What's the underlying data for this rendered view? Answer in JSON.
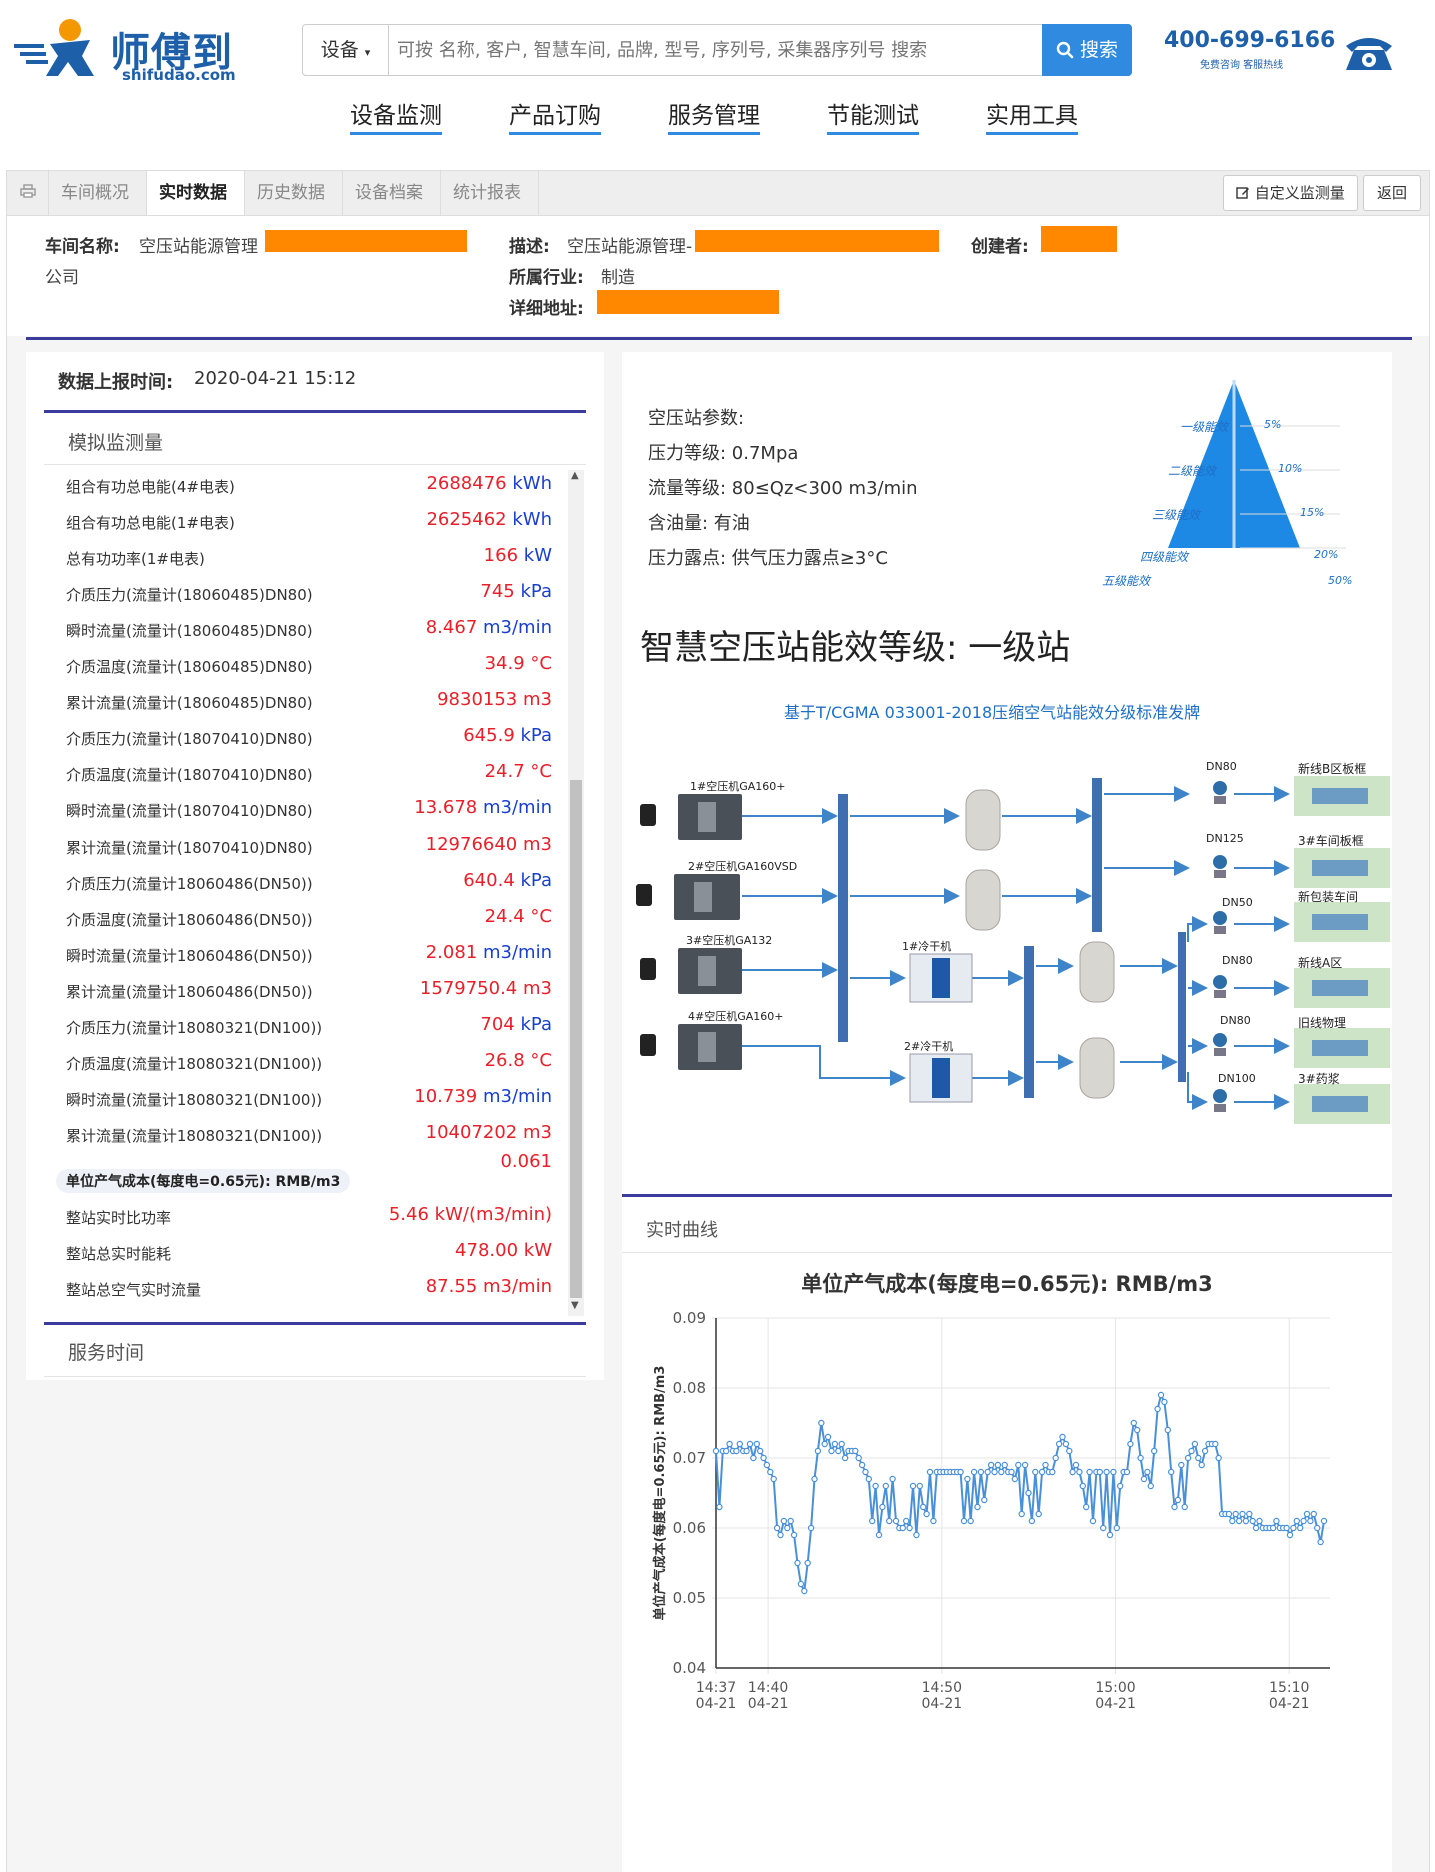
{
  "header": {
    "logo_cn": "师傅到",
    "logo_en": "shifudao.com",
    "search_category": "设备",
    "search_placeholder": "可按 名称, 客户, 智慧车间, 品牌, 型号, 序列号, 采集器序列号 搜索",
    "search_button": "搜索",
    "hotline_number": "400-699-6166",
    "hotline_sub": "免费咨询  客服热线"
  },
  "nav": [
    "设备监测",
    "产品订购",
    "服务管理",
    "节能测试",
    "实用工具"
  ],
  "tabs": [
    "车间概况",
    "实时数据",
    "历史数据",
    "设备档案",
    "统计报表"
  ],
  "active_tab": "实时数据",
  "toolbar": {
    "custom_label": "自定义监测量",
    "back_label": "返回"
  },
  "workshop": {
    "name_label": "车间名称:",
    "name_value": "空压站能源管理",
    "name_suffix": "公司",
    "desc_label": "描述:",
    "desc_value": "空压站能源管理-",
    "creator_label": "创建者:",
    "industry_label": "所属行业:",
    "industry_value": "制造",
    "address_label": "详细地址:"
  },
  "report": {
    "label": "数据上报时间:",
    "time": "2020-04-21 15:12"
  },
  "analog": {
    "title": "模拟监测量",
    "rows": [
      {
        "label": "组合有功总电能(4#电表)",
        "value": "2688476",
        "unit": "kWh"
      },
      {
        "label": "组合有功总电能(1#电表)",
        "value": "2625462",
        "unit": "kWh"
      },
      {
        "label": "总有功功率(1#电表)",
        "value": "166",
        "unit": "kW"
      },
      {
        "label": "介质压力(流量计(18060485)DN80)",
        "value": "745",
        "unit": "kPa"
      },
      {
        "label": "瞬时流量(流量计(18060485)DN80)",
        "value": "8.467",
        "unit": "m3/min"
      },
      {
        "label": "介质温度(流量计(18060485)DN80)",
        "value": "34.9",
        "unit": "°C"
      },
      {
        "label": "累计流量(流量计(18060485)DN80)",
        "value": "9830153",
        "unit": "m3"
      },
      {
        "label": "介质压力(流量计(18070410)DN80)",
        "value": "645.9",
        "unit": "kPa"
      },
      {
        "label": "介质温度(流量计(18070410)DN80)",
        "value": "24.7",
        "unit": "°C"
      },
      {
        "label": "瞬时流量(流量计(18070410)DN80)",
        "value": "13.678",
        "unit": "m3/min"
      },
      {
        "label": "累计流量(流量计(18070410)DN80)",
        "value": "12976640",
        "unit": "m3"
      },
      {
        "label": "介质压力(流量计18060486(DN50))",
        "value": "640.4",
        "unit": "kPa"
      },
      {
        "label": "介质温度(流量计18060486(DN50))",
        "value": "24.4",
        "unit": "°C"
      },
      {
        "label": "瞬时流量(流量计18060486(DN50))",
        "value": "2.081",
        "unit": "m3/min"
      },
      {
        "label": "累计流量(流量计18060486(DN50))",
        "value": "1579750.4",
        "unit": "m3"
      },
      {
        "label": "介质压力(流量计18080321(DN100))",
        "value": "704",
        "unit": "kPa"
      },
      {
        "label": "介质温度(流量计18080321(DN100))",
        "value": "26.8",
        "unit": "°C"
      },
      {
        "label": "瞬时流量(流量计18080321(DN100))",
        "value": "10.739",
        "unit": "m3/min"
      },
      {
        "label": "累计流量(流量计18080321(DN100))",
        "value": "10407202",
        "unit": "m3"
      }
    ],
    "unit_cost_label": "单位产气成本(每度电=0.65元): RMB/m3",
    "unit_cost_value": "0.061",
    "station_rows": [
      {
        "label": "整站实时比功率",
        "value": "5.46",
        "unit": "kW/(m3/min)"
      },
      {
        "label": "整站总实时能耗",
        "value": "478.00",
        "unit": "kW"
      },
      {
        "label": "整站总空气实时流量",
        "value": "87.55",
        "unit": "m3/min"
      }
    ],
    "service_title": "服务时间"
  },
  "station": {
    "params_title": "空压站参数:",
    "params": [
      "压力等级: 0.7Mpa",
      "流量等级: 80≤Qz<300 m3/min",
      "含油量: 有油",
      "压力露点: 供气压力露点≥3°C"
    ],
    "pyramid_levels": [
      {
        "label": "一级能效",
        "pct": "5%"
      },
      {
        "label": "二级能效",
        "pct": "10%"
      },
      {
        "label": "三级能效",
        "pct": "15%"
      },
      {
        "label": "四级能效",
        "pct": "20%"
      },
      {
        "label": "五级能效",
        "pct": "50%"
      }
    ],
    "grade_title": "智慧空压站能效等级: 一级站",
    "grade_subtitle": "基于T/CGMA 033001-2018压缩空气站能效分级标准发牌",
    "compressors": [
      "1#空压机GA160+",
      "2#空压机GA160VSD",
      "3#空压机GA132",
      "4#空压机GA160+"
    ],
    "dryers": [
      "1#冷干机",
      "2#冷干机"
    ],
    "pipes": [
      "DN80",
      "DN125",
      "DN50",
      "DN80",
      "DN80",
      "DN100"
    ],
    "areas": [
      "新线B区板框",
      "3#车间板框",
      "新包装车间",
      "新线A区",
      "旧线物理",
      "3#药浆"
    ]
  },
  "curve": {
    "title": "实时曲线",
    "colors": {
      "line": "#4a90d9",
      "grid": "#e5e5e5"
    }
  },
  "chart_data": {
    "type": "line",
    "title": "单位产气成本(每度电=0.65元): RMB/m3",
    "ylabel": "单位产气成本(每度电=0.65元): RMB/m3",
    "xlabel": "",
    "ylim": [
      0.04,
      0.09
    ],
    "yticks": [
      "0.09",
      "0.08",
      "0.07",
      "0.06",
      "0.05",
      "0.04"
    ],
    "xticks": [
      {
        "t": 0,
        "time": "14:37",
        "date": "04-21"
      },
      {
        "t": 3,
        "time": "14:40",
        "date": "04-21"
      },
      {
        "t": 13,
        "time": "14:50",
        "date": "04-21"
      },
      {
        "t": 23,
        "time": "15:00",
        "date": "04-21"
      },
      {
        "t": 33,
        "time": "15:10",
        "date": "04-21"
      }
    ],
    "t_range": [
      0,
      35
    ],
    "series": [
      {
        "values": [
          0.071,
          0.063,
          0.071,
          0.071,
          0.072,
          0.071,
          0.071,
          0.072,
          0.071,
          0.071,
          0.072,
          0.07,
          0.072,
          0.071,
          0.07,
          0.069,
          0.068,
          0.067,
          0.06,
          0.059,
          0.061,
          0.06,
          0.061,
          0.059,
          0.055,
          0.052,
          0.051,
          0.055,
          0.06,
          0.067,
          0.071,
          0.075,
          0.072,
          0.073,
          0.071,
          0.072,
          0.071,
          0.072,
          0.07,
          0.071,
          0.071,
          0.071,
          0.07,
          0.069,
          0.068,
          0.067,
          0.061,
          0.066,
          0.059,
          0.063,
          0.066,
          0.061,
          0.067,
          0.061,
          0.06,
          0.06,
          0.061,
          0.06,
          0.066,
          0.059,
          0.066,
          0.063,
          0.062,
          0.068,
          0.061,
          0.068,
          0.068,
          0.068,
          0.068,
          0.068,
          0.068,
          0.068,
          0.068,
          0.061,
          0.067,
          0.061,
          0.068,
          0.063,
          0.068,
          0.064,
          0.068,
          0.069,
          0.068,
          0.069,
          0.068,
          0.069,
          0.068,
          0.068,
          0.067,
          0.069,
          0.062,
          0.069,
          0.065,
          0.061,
          0.068,
          0.062,
          0.068,
          0.069,
          0.068,
          0.068,
          0.07,
          0.072,
          0.073,
          0.072,
          0.071,
          0.068,
          0.069,
          0.068,
          0.066,
          0.063,
          0.068,
          0.061,
          0.068,
          0.068,
          0.06,
          0.068,
          0.059,
          0.068,
          0.06,
          0.066,
          0.068,
          0.068,
          0.072,
          0.075,
          0.074,
          0.07,
          0.067,
          0.068,
          0.066,
          0.071,
          0.077,
          0.079,
          0.078,
          0.074,
          0.068,
          0.063,
          0.064,
          0.069,
          0.063,
          0.07,
          0.071,
          0.072,
          0.07,
          0.069,
          0.071,
          0.072,
          0.072,
          0.072,
          0.07,
          0.062,
          0.062,
          0.062,
          0.061,
          0.062,
          0.061,
          0.062,
          0.061,
          0.062,
          0.061,
          0.06,
          0.061,
          0.06,
          0.06,
          0.06,
          0.06,
          0.061,
          0.06,
          0.06,
          0.06,
          0.059,
          0.06,
          0.061,
          0.06,
          0.061,
          0.062,
          0.061,
          0.062,
          0.06,
          0.058,
          0.061
        ]
      }
    ]
  }
}
